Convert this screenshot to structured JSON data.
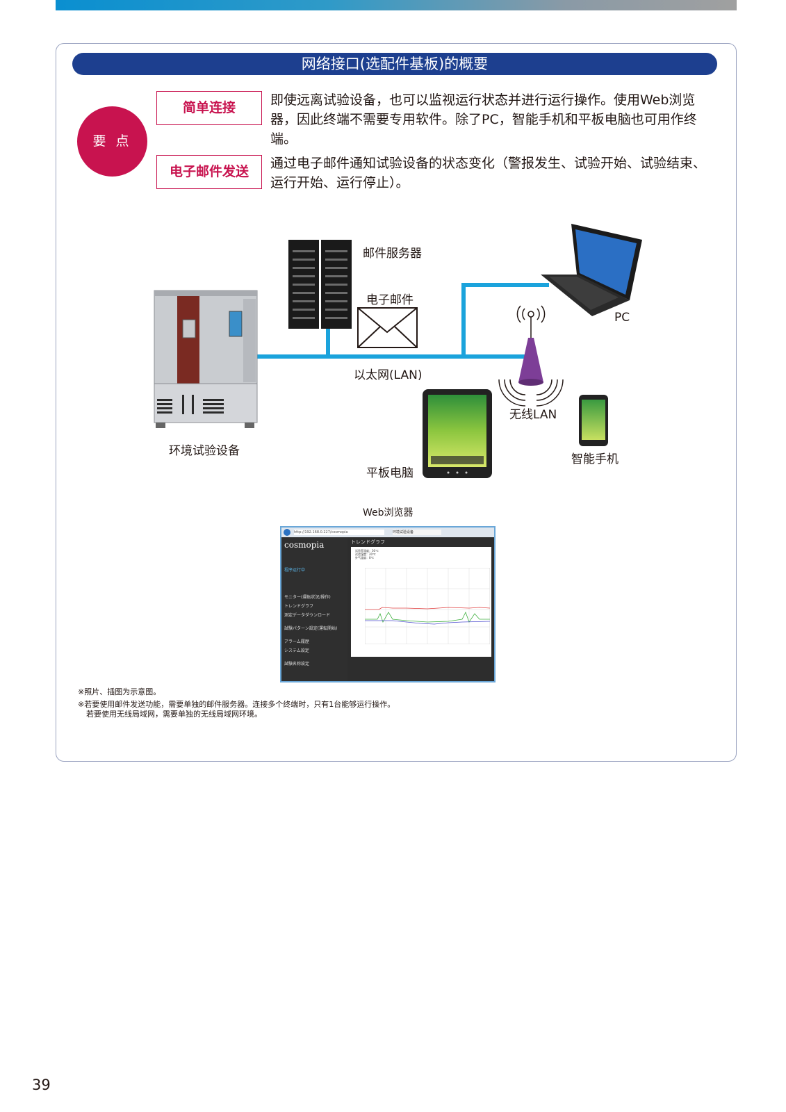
{
  "header": {
    "title": "网络接口(选配件基板)的概要"
  },
  "points": {
    "badge": "要 点",
    "features": [
      {
        "label": "简单连接",
        "line1": "即使远离试验设备，也可以监视运行状态并进行运行操作。使用Web浏览",
        "line2": "器，因此终端不需要专用软件。除了PC，智能手机和平板电脑也可用作终端。"
      },
      {
        "label": "电子邮件发送",
        "line1": "通过电子邮件通知试验设备的状态变化（警报发生、试验开始、试验结束、",
        "line2": "运行开始、运行停止）。"
      }
    ]
  },
  "diagram": {
    "mail_server": "邮件服务器",
    "email": "电子邮件",
    "pc": "PC",
    "ethernet": "以太网(LAN)",
    "wireless": "无线LAN",
    "chamber": "环境试验设备",
    "tablet": "平板电脑",
    "smartphone": "智能手机",
    "browser": "Web浏览器"
  },
  "browser_screen": {
    "address": "http://192.168.0.227/cosmopia",
    "tab": "环境试验设备",
    "logo": "cosmopia",
    "panel_title": "トレンドグラフ",
    "status": "程序运行中",
    "menu": [
      "モニター(運転状況/操作)",
      "トレンドグラフ",
      "測定データダウンロード",
      "試験パターン設定(運転開始)",
      "アラーム履歴",
      "システム設定",
      "試験名称設定"
    ],
    "legend": [
      "试验室温度：30℃",
      "试验湿度：20℃",
      "外气温度：8℃"
    ]
  },
  "notes": {
    "line1": "※照片、插图为示意图。",
    "line2": "※若要使用邮件发送功能，需要单独的邮件服务器。连接多个终端时，只有1台能够运行操作。",
    "line3": "若要使用无线局域网，需要单独的无线局域网环境。"
  },
  "page_number": "39",
  "colors": {
    "title_bar": "#1d3f8f",
    "accent": "#c8134f",
    "lan_line": "#1ba3dc",
    "antenna": "#7d3e97"
  }
}
